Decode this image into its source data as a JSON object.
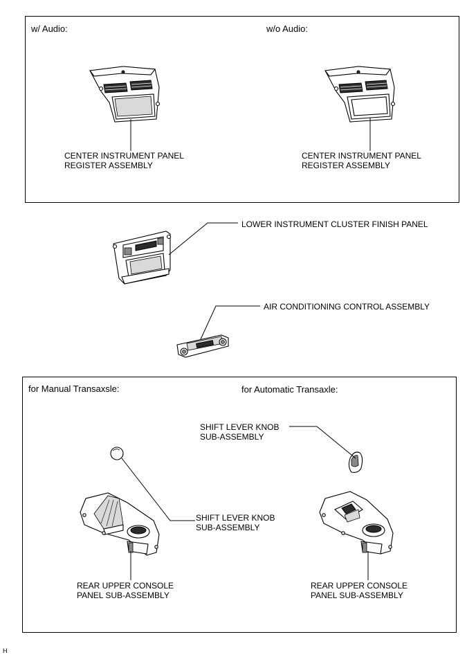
{
  "panels": {
    "top_left_header": "w/ Audio:",
    "top_right_header": "w/o Audio:",
    "bottom_left_header": "for Manual Transaxsle:",
    "bottom_right_header": "for Automatic Transaxle:"
  },
  "labels": {
    "center_panel_left_line1": "CENTER INSTRUMENT PANEL",
    "center_panel_left_line2": "REGISTER ASSEMBLY",
    "center_panel_right_line1": "CENTER INSTRUMENT PANEL",
    "center_panel_right_line2": "REGISTER ASSEMBLY",
    "lower_cluster_finish_panel": "LOWER INSTRUMENT CLUSTER FINISH PANEL",
    "air_conditioning_control": "AIR CONDITIONING CONTROL ASSEMBLY",
    "shift_knob_auto_line1": "SHIFT LEVER KNOB",
    "shift_knob_auto_line2": "SUB-ASSEMBLY",
    "shift_knob_manual_line1": "SHIFT LEVER KNOB",
    "shift_knob_manual_line2": "SUB-ASSEMBLY",
    "console_left_line1": "REAR UPPER CONSOLE",
    "console_left_line2": "PANEL SUB-ASSEMBLY",
    "console_right_line1": "REAR UPPER CONSOLE",
    "console_right_line2": "PANEL SUB-ASSEMBLY"
  },
  "footer": {
    "code": "H"
  }
}
